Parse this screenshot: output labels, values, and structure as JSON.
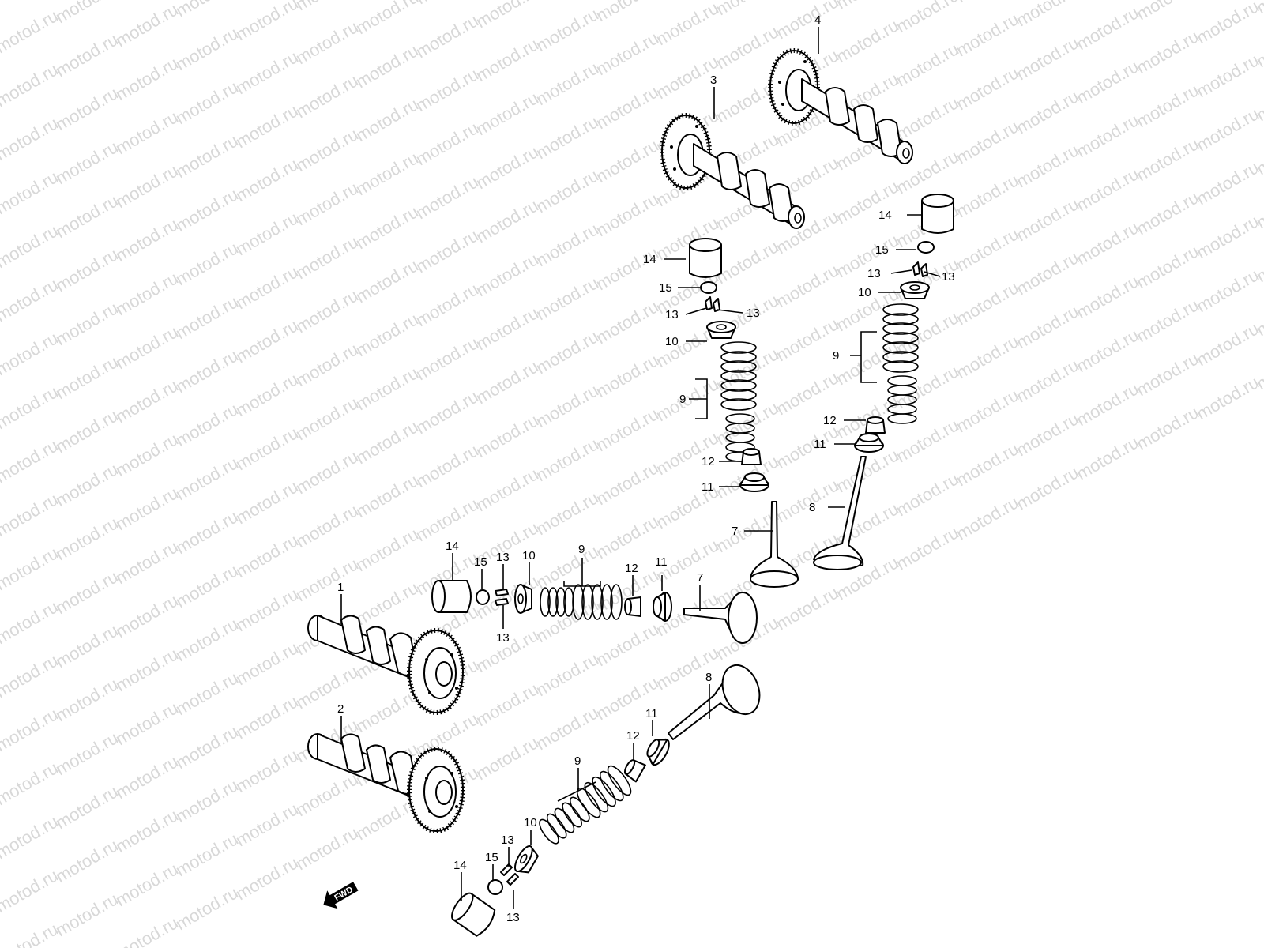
{
  "watermark": {
    "text": "motod.ru",
    "color": "#d8d8d8"
  },
  "direction_badge": {
    "text": "FWD",
    "icon": "arrow-left-icon"
  },
  "part_numbers": [
    "1",
    "2",
    "3",
    "4",
    "7",
    "8",
    "9",
    "10",
    "11",
    "12",
    "13",
    "14",
    "15"
  ],
  "callouts": [
    {
      "id": "c-1",
      "number": "1"
    },
    {
      "id": "c-2",
      "number": "2"
    },
    {
      "id": "c-3",
      "number": "3"
    },
    {
      "id": "c-4",
      "number": "4"
    },
    {
      "id": "c-14a",
      "number": "14"
    },
    {
      "id": "c-15a",
      "number": "15"
    },
    {
      "id": "c-13a",
      "number": "13"
    },
    {
      "id": "c-13b",
      "number": "13"
    },
    {
      "id": "c-10a",
      "number": "10"
    },
    {
      "id": "c-9a",
      "number": "9"
    },
    {
      "id": "c-12a",
      "number": "12"
    },
    {
      "id": "c-11a",
      "number": "11"
    },
    {
      "id": "c-14b",
      "number": "14"
    },
    {
      "id": "c-15b",
      "number": "15"
    },
    {
      "id": "c-13c",
      "number": "13"
    },
    {
      "id": "c-13d",
      "number": "13"
    },
    {
      "id": "c-10b",
      "number": "10"
    },
    {
      "id": "c-9b",
      "number": "9"
    },
    {
      "id": "c-12b",
      "number": "12"
    },
    {
      "id": "c-11b",
      "number": "11"
    },
    {
      "id": "c-7a",
      "number": "7"
    },
    {
      "id": "c-8a",
      "number": "8"
    },
    {
      "id": "c-7b",
      "number": "7"
    },
    {
      "id": "c-14c",
      "number": "14"
    },
    {
      "id": "c-15c",
      "number": "15"
    },
    {
      "id": "c-13e",
      "number": "13"
    },
    {
      "id": "c-13f",
      "number": "13"
    },
    {
      "id": "c-10c",
      "number": "10"
    },
    {
      "id": "c-9c",
      "number": "9"
    },
    {
      "id": "c-12c",
      "number": "12"
    },
    {
      "id": "c-11c",
      "number": "11"
    },
    {
      "id": "c-8b",
      "number": "8"
    },
    {
      "id": "c-9d",
      "number": "9"
    },
    {
      "id": "c-12d",
      "number": "12"
    },
    {
      "id": "c-11d",
      "number": "11"
    },
    {
      "id": "c-10d",
      "number": "10"
    },
    {
      "id": "c-13g",
      "number": "13"
    },
    {
      "id": "c-13h",
      "number": "13"
    },
    {
      "id": "c-15d",
      "number": "15"
    },
    {
      "id": "c-14d",
      "number": "14"
    }
  ]
}
